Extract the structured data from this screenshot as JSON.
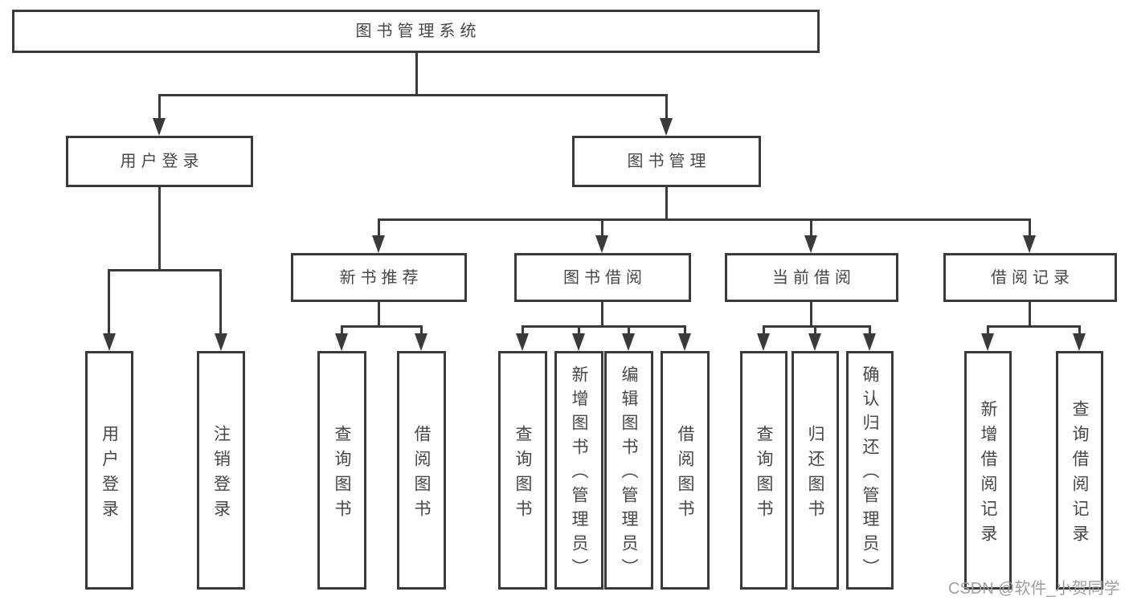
{
  "colors": {
    "line": "#3a3a3a",
    "text": "#474747",
    "background": "#ffffff",
    "watermark": "#9f9f9f"
  },
  "diagram": {
    "root": {
      "label": "图书管理系统"
    },
    "branches": [
      {
        "label": "用户登录",
        "children": [
          "用户登录",
          "注销登录"
        ]
      },
      {
        "label": "图书管理",
        "children_groups": [
          {
            "label": "新书推荐",
            "children": [
              "查询图书",
              "借阅图书"
            ]
          },
          {
            "label": "图书借阅",
            "children": [
              "查询图书",
              "新增图书（管理员）",
              "编辑图书（管理员）",
              "借阅图书"
            ]
          },
          {
            "label": "当前借阅",
            "children": [
              "查询图书",
              "归还图书",
              "确认归还（管理员）"
            ]
          },
          {
            "label": "借阅记录",
            "children": [
              "新增借阅记录",
              "查询借阅记录"
            ]
          }
        ]
      }
    ]
  },
  "watermark": "CSDN @软件_小贺同学"
}
